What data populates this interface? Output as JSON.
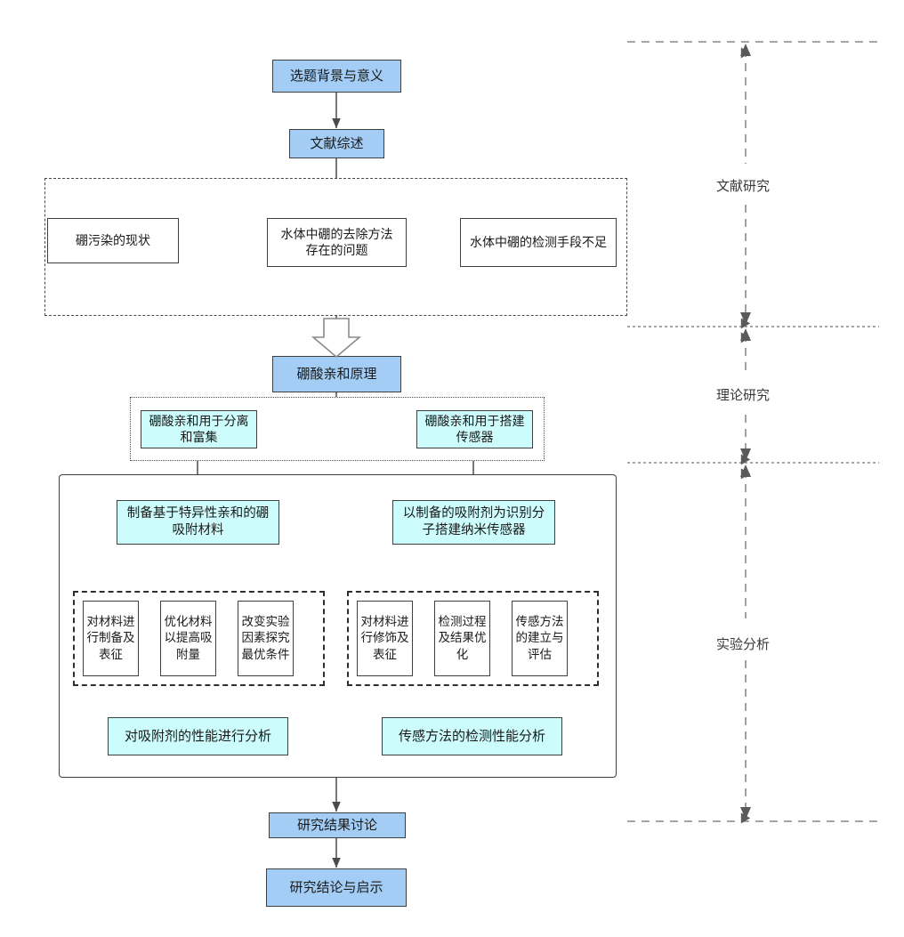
{
  "diagram": {
    "title_flow": "Research technical route flowchart",
    "colors": {
      "blue_fill": "#a3cdf5",
      "cyan_fill": "#ccfcfc",
      "white_fill": "#ffffff",
      "stroke": "#3f3f3f",
      "label_text": "#3a3a3a"
    }
  },
  "nodes": {
    "background": "选题背景与意义",
    "review": "文献综述",
    "lit_a": "硼污染的现状",
    "lit_b": "水体中硼的去除方法存在的问题",
    "lit_c": "水体中硼的检测手段不足",
    "principle": "硼酸亲和原理",
    "theory_left": "硼酸亲和用于分离和富集",
    "theory_right": "硼酸亲和用于搭建传感器",
    "exp_left_head": "制备基于特异性亲和的硼吸附材料",
    "exp_right_head": "以制备的吸附剂为识别分子搭建纳米传感器",
    "exp_left_items": [
      "对材料进行制备及表征",
      "优化材料以提高吸附量",
      "改变实验因素探究最优条件"
    ],
    "exp_right_items": [
      "对材料进行修饰及表征",
      "检测过程及结果优化",
      "传感方法的建立与评估"
    ],
    "exp_left_result": "对吸附剂的性能进行分析",
    "exp_right_result": "传感方法的检测性能分析",
    "discussion": "研究结果讨论",
    "conclusion": "研究结论与启示"
  },
  "stages": [
    {
      "label": "文献研究"
    },
    {
      "label": "理论研究"
    },
    {
      "label": "实验分析"
    }
  ]
}
